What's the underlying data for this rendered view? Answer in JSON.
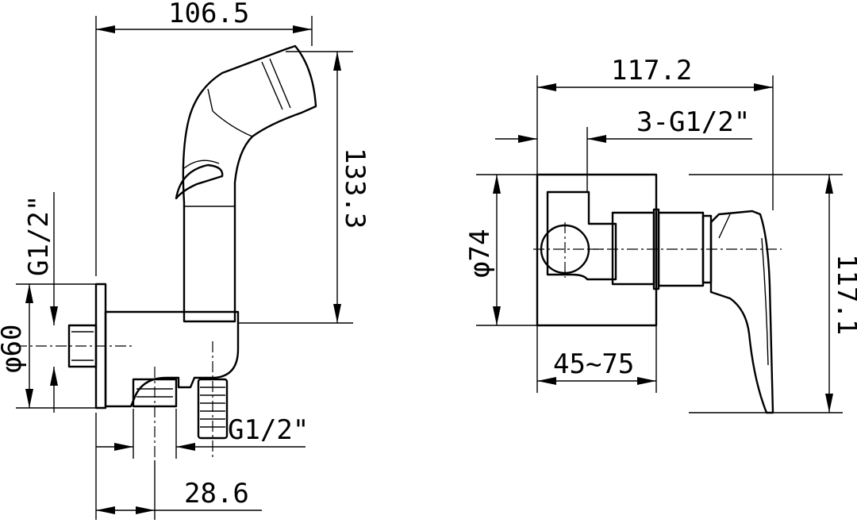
{
  "dimensions": {
    "left_view": {
      "total_width": "106.5",
      "total_height": "133.3",
      "inlet_thread": "G1/2\"",
      "flange_diameter": "φ60",
      "outlet_thread": "G1/2\"",
      "outlet_offset": "28.6"
    },
    "right_view": {
      "overall_depth": "117.2",
      "port_thread": "3-G1/2\"",
      "body_diameter": "φ74",
      "wall_depth_range": "45~75",
      "handle_height": "117.1"
    }
  }
}
